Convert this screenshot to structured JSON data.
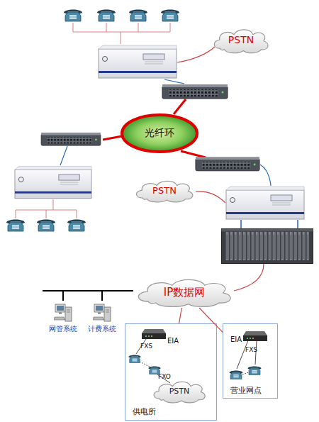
{
  "diagram": {
    "nodes": [
      {
        "text": [
          "PSTN"
        ]
      },
      {
        "text": [
          "光纤环"
        ]
      },
      {
        "text": [
          "PSTN"
        ]
      },
      {
        "text": [
          "IP数据网"
        ]
      },
      {
        "text": [
          "网管系统"
        ]
      },
      {
        "text": [
          "计费系统"
        ]
      },
      {
        "text": [
          "供电所"
        ]
      },
      {
        "text": [
          "EIA"
        ],
        "in": 6
      },
      {
        "text": [
          "PSTN"
        ],
        "in": 6
      },
      {
        "text": [
          "营业网点"
        ]
      },
      {
        "text": [
          "EIA"
        ],
        "in": 9
      }
    ],
    "edges": [
      {
        "from": 3,
        "to": 6,
        "arrow": "none"
      },
      {
        "from": 3,
        "to": 9,
        "arrow": "none"
      },
      {
        "from": 4,
        "to": 3,
        "arrow": "none"
      },
      {
        "from": 5,
        "to": 3,
        "arrow": "none"
      }
    ],
    "labels": [
      "FXS",
      "FXO",
      "FXS"
    ]
  }
}
